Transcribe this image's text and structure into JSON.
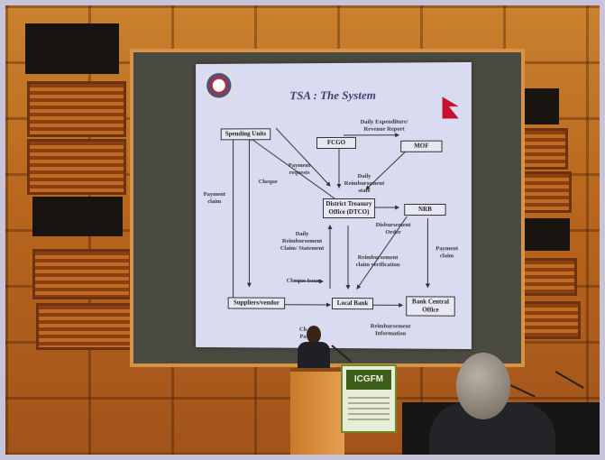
{
  "slide": {
    "title": "TSA : The System",
    "nodes": {
      "spending_units": "Spending Units",
      "fcgo": "FCGO",
      "mof": "MOF",
      "dtco": "District Treasury Office (DTCO)",
      "nrb": "NRB",
      "suppliers": "Suppliers/vendor",
      "local_bank": "Local Bank",
      "bank_central": "Bank Central Office"
    },
    "labels": {
      "daily_expenditure": "Daily Expenditure/ Revenue Report",
      "payment_requests": "Payment requests",
      "daily_reimbursement_state": "Daily Reimbursement state",
      "cheque": "Cheque",
      "payment_claim": "Payment claim",
      "daily_reimbursement_claim": "Daily Reimbursement Claim/ Statement",
      "disbursement_order": "Disbursement Order",
      "reimbursement_claim_verification": "Reimbursement claim verification",
      "cheque_issue": "Cheque Issue",
      "payment_claim_right": "Payment claim",
      "reimbursement_information": "Reimbursement Information",
      "cut_off": "Ch Pa"
    }
  },
  "podium": {
    "logo_text": "ICGFM"
  }
}
